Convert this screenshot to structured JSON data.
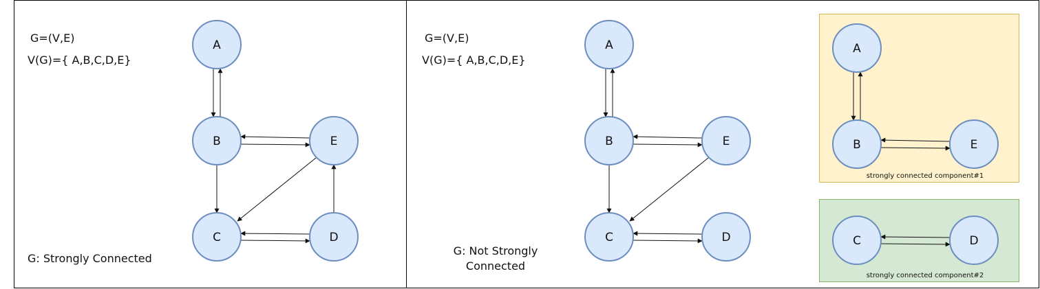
{
  "colors": {
    "node_fill": "#dae8fc",
    "node_stroke": "#6c8ebf",
    "component1_fill": "#fff2cc",
    "component1_stroke": "#d6b656",
    "component2_fill": "#d5e8d4",
    "component2_stroke": "#82b366",
    "edge": "#111111",
    "frame": "#000000"
  },
  "left_panel": {
    "graph_def": "G=(V,E)",
    "vertex_set": "V(G)={ A,B,C,D,E}",
    "caption": "G: Strongly Connected",
    "nodes": [
      "A",
      "B",
      "C",
      "D",
      "E"
    ]
  },
  "right_panel": {
    "graph_def": "G=(V,E)",
    "vertex_set": "V(G)={ A,B,C,D,E}",
    "caption_line1": "G: Not Strongly",
    "caption_line2": "Connected",
    "nodes": [
      "A",
      "B",
      "C",
      "D",
      "E"
    ]
  },
  "component1": {
    "caption": "strongly connected component#1",
    "nodes": [
      "A",
      "B",
      "E"
    ]
  },
  "component2": {
    "caption": "strongly connected component#2",
    "nodes": [
      "C",
      "D"
    ]
  }
}
